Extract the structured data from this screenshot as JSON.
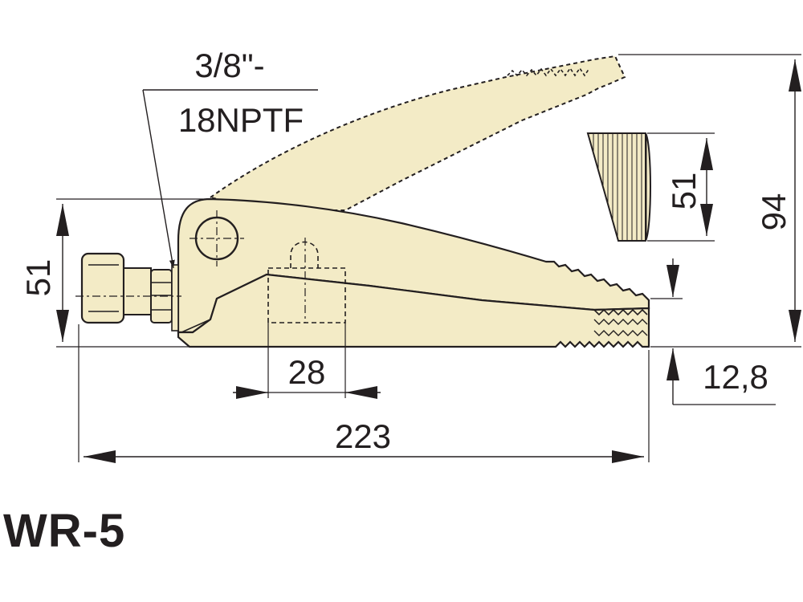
{
  "title": "WR-5",
  "colors": {
    "body_fill": "#f3ebc6",
    "outline": "#231f20",
    "dim_line": "#231f20"
  },
  "dimensions": {
    "port_line1": "3/8\"-",
    "port_line2": "18NPTF",
    "height_left": "51",
    "jaw_height": "51",
    "overall_height": "94",
    "cylinder_width": "28",
    "overall_length": "223",
    "jaw_offset": "12,8"
  }
}
